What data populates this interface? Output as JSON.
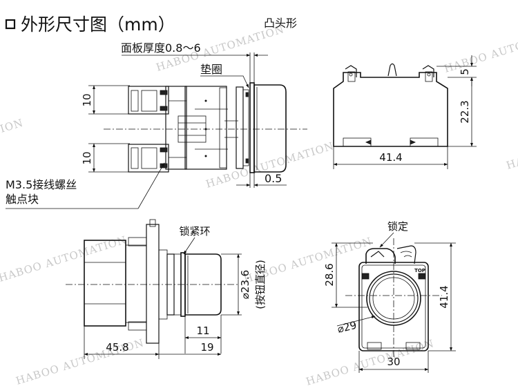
{
  "title": "外形尺寸图（mm）",
  "subtitle": "凸头形",
  "watermark": "HABOO AUTOMATION",
  "watermark_short": "ION",
  "top_view": {
    "panel_thickness": "面板厚度0.8～6",
    "washer": "垫圈",
    "dim_10_top": "10",
    "dim_10_bottom": "10",
    "dim_0_5": "0.5",
    "terminal_note_line1": "M3.5接线螺丝",
    "terminal_note_line2": "触点块"
  },
  "contact_block": {
    "dim_5": "5",
    "dim_22_3": "22.3",
    "dim_41_4": "41.4"
  },
  "side_view": {
    "lock_ring": "锁紧环",
    "diameter_23_6": "⌀23.6",
    "button_diameter": "(按钮直径)",
    "dim_11": "11",
    "dim_19": "19",
    "dim_45_8": "45.8"
  },
  "front_view": {
    "lock_label": "锁定",
    "dim_28_6": "28.6",
    "dim_41_4": "41.4",
    "diameter_29": "⌀29",
    "dim_30": "30",
    "top_mark": "TOP"
  }
}
